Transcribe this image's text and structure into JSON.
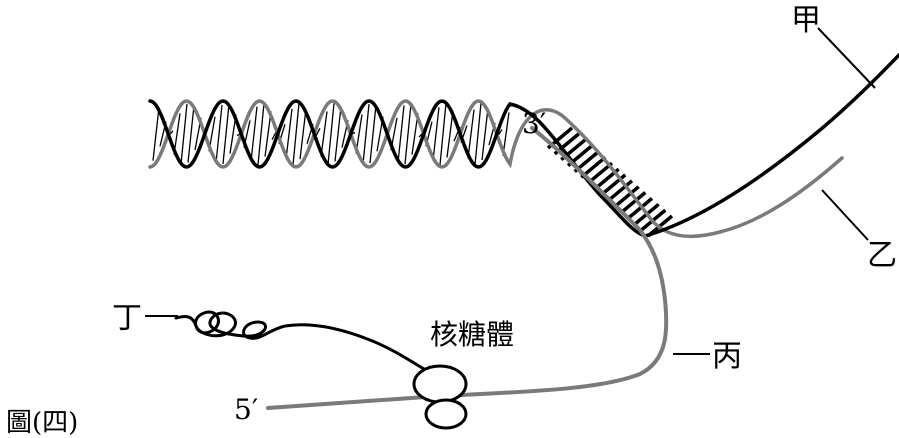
{
  "labels": {
    "strand_jia": "甲",
    "strand_yi": "乙",
    "strand_bing": "丙",
    "strand_ding": "丁",
    "ribosome": "核糖體",
    "end_3prime": "3′",
    "end_5prime": "5′",
    "caption": "圖(四)"
  },
  "colors": {
    "dna_strand": "#000000",
    "rna_strand": "#7a7a7a",
    "rung": "#000000",
    "background": "#ffffff"
  }
}
